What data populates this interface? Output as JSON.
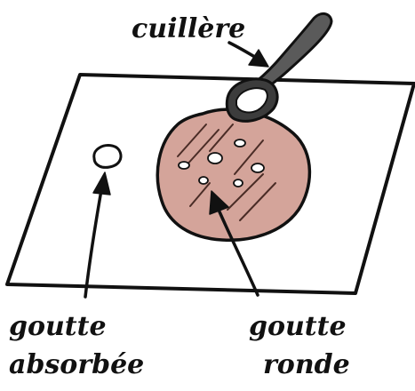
{
  "labels": {
    "spoon": "cuillère",
    "absorbed_line1": "goutte",
    "absorbed_line2": "absorbée",
    "round_line1": "goutte",
    "round_line2": "ronde"
  },
  "colors": {
    "ink": "#111111",
    "sheet": "#ffffff",
    "round_drop": "#d4a49a",
    "spoon": "#5a5a5a",
    "spoon_bowl": "#3c3c3c"
  }
}
